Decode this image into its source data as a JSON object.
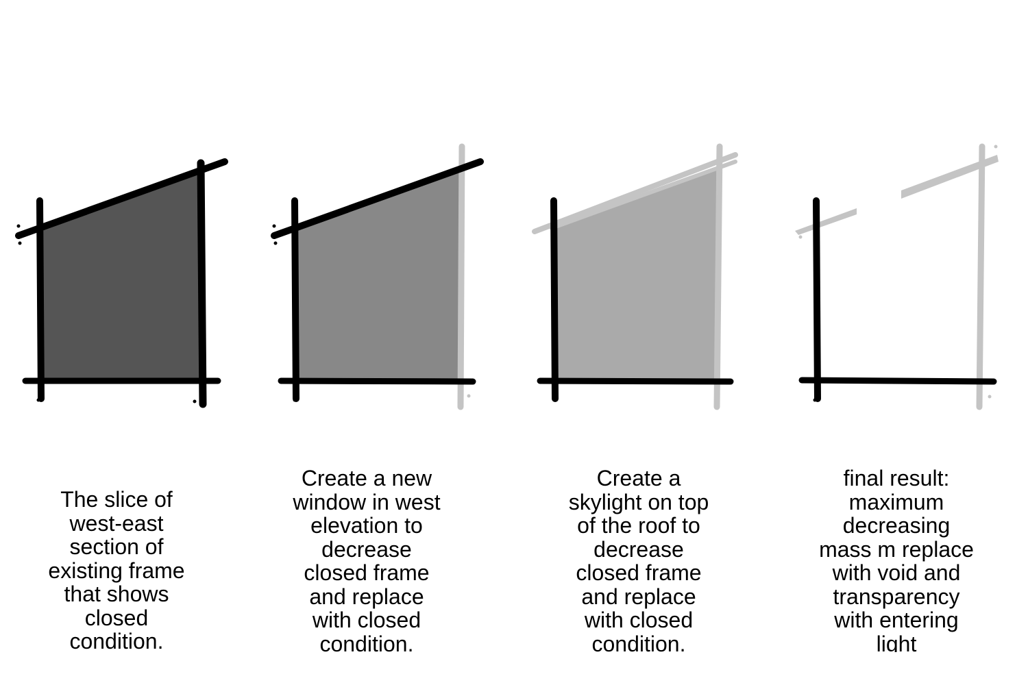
{
  "colors": {
    "ink": "#000000",
    "ghost_line": "#c4c4c4",
    "fill_stage_1": "#555555",
    "fill_stage_2": "#888888",
    "fill_stage_3": "#aaaaaa"
  },
  "panels": [
    {
      "caption": [
        "The slice of",
        "west-east",
        "section of",
        "existing frame",
        "that shows",
        "closed",
        "condition."
      ]
    },
    {
      "caption": [
        "Create a new",
        "window in west",
        "elevation to",
        "decrease",
        "closed frame",
        "and replace",
        "with closed",
        "condition."
      ]
    },
    {
      "caption": [
        "Create a",
        "skylight on top",
        "of the roof to",
        "decrease",
        "closed frame",
        "and replace",
        "with closed",
        "condition."
      ]
    },
    {
      "caption": [
        "final result:",
        "maximum",
        "decreasing",
        "mass m replace",
        "with void and",
        "transparency",
        "with entering",
        "light"
      ]
    }
  ]
}
